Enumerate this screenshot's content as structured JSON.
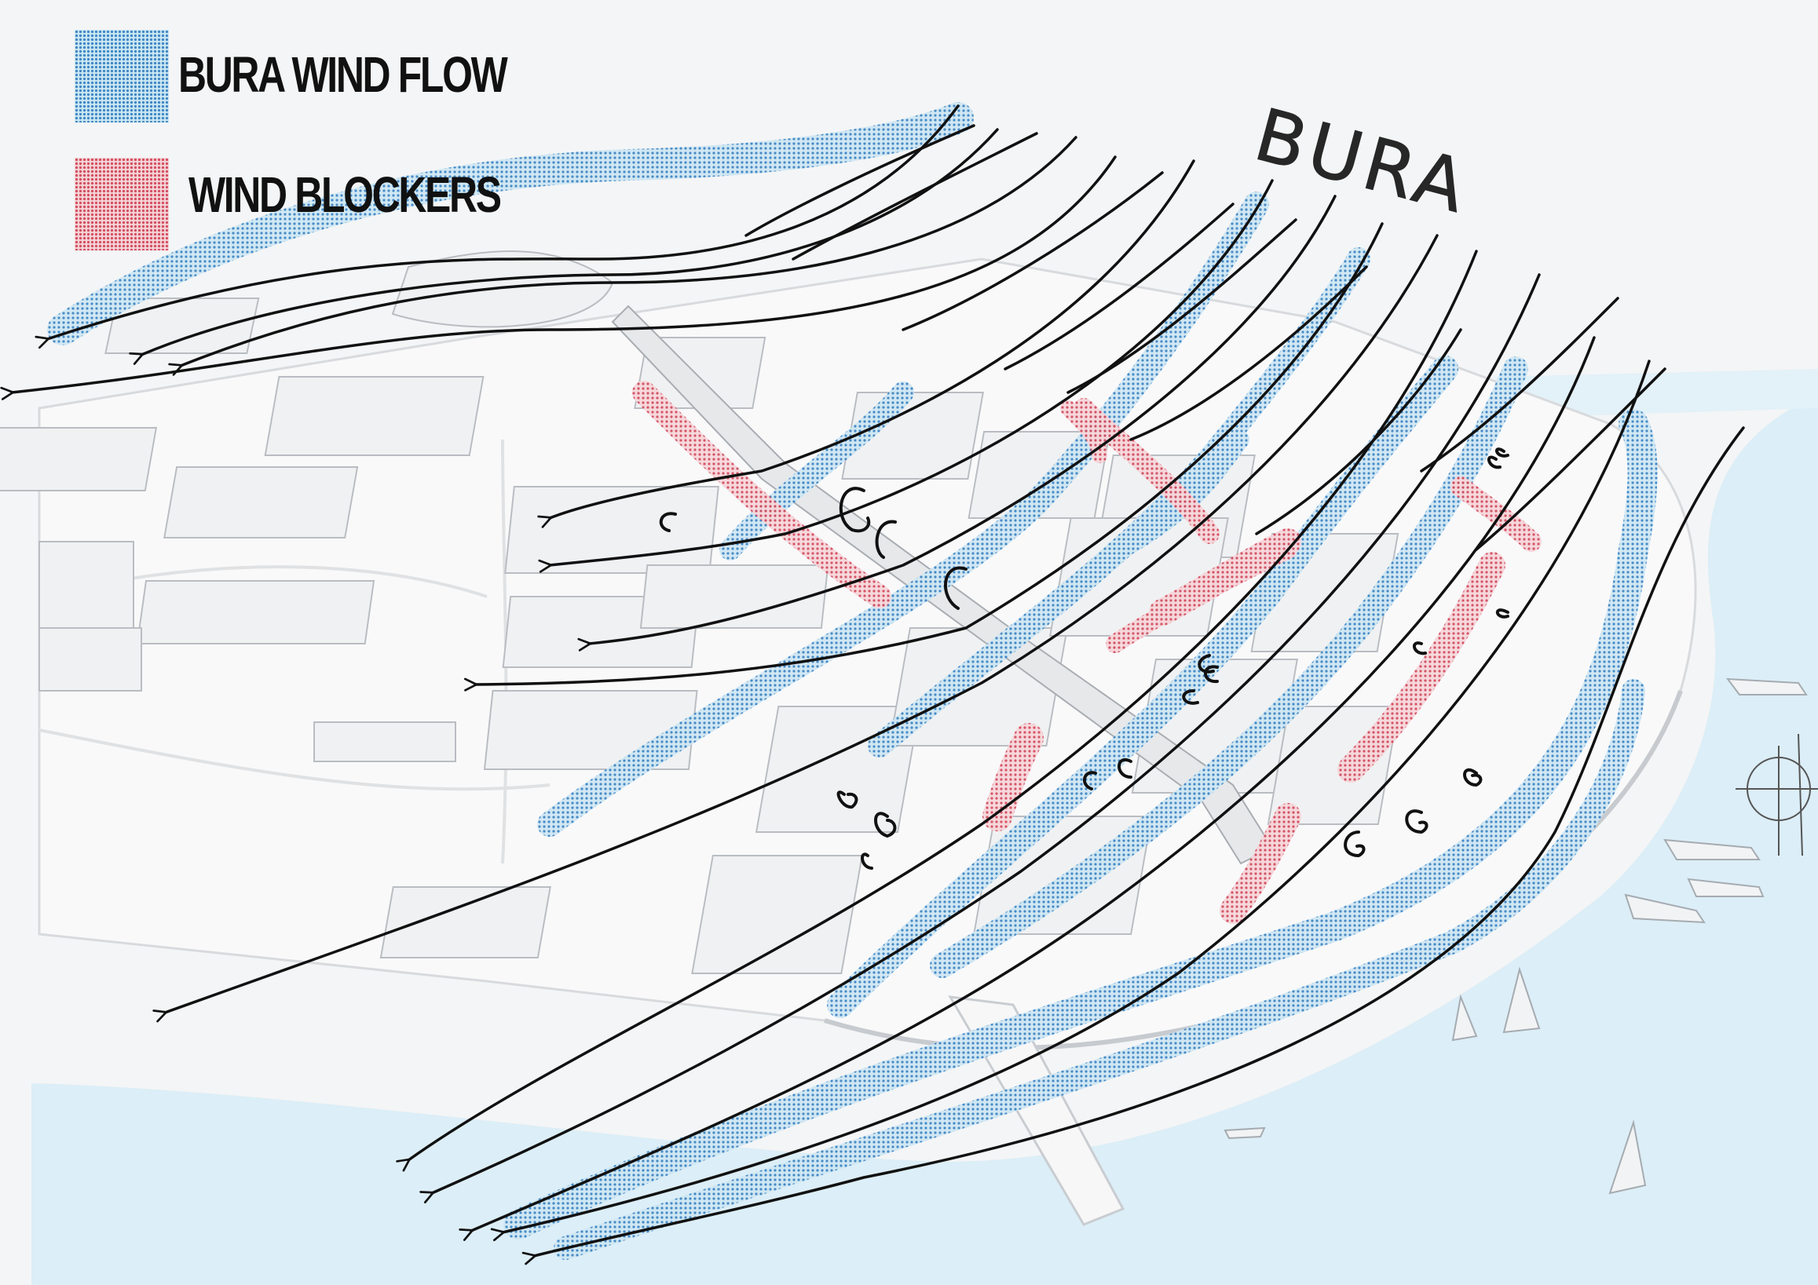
{
  "legend": {
    "flow_label": "BURA WIND FLOW",
    "blockers_label": "WIND BLOCKERS"
  },
  "title": "BURA",
  "colors": {
    "wind_flow": "#3f86c4",
    "wind_flow_bg": "#c9e6f2",
    "wind_blockers": "#d24d5f",
    "wind_blockers_bg": "#f4d2d6",
    "sea": "#dceef7",
    "land": "#f4f5f6",
    "ink": "#111111"
  }
}
